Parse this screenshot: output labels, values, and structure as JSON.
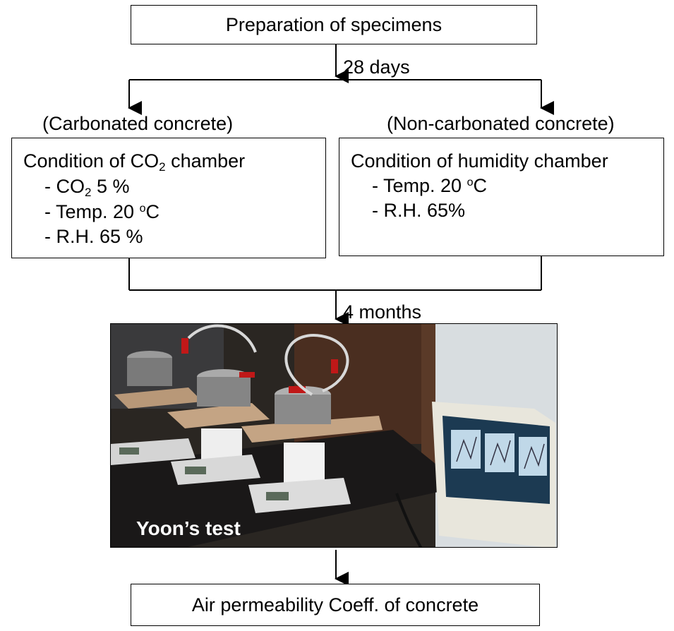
{
  "steps": {
    "preparation": "Preparation of specimens",
    "arrow1_label": "28 days",
    "arrow2_label": "4 months",
    "final": "Air permeability Coeff. of concrete"
  },
  "left_branch": {
    "heading": "(Carbonated concrete)",
    "title_prefix": "Condition of CO",
    "title_sub": "2",
    "title_suffix": " chamber",
    "item1_prefix": "- CO",
    "item1_sub": "2",
    "item1_suffix": " 5 %",
    "item2_prefix": "- Temp. 20 ",
    "item2_sup": "o",
    "item2_suffix": "C",
    "item3": "- R.H. 65 %"
  },
  "right_branch": {
    "heading": "(Non-carbonated concrete)",
    "title": "Condition of humidity chamber",
    "item1_prefix": "- Temp. 20 ",
    "item1_sup": "o",
    "item1_suffix": "C",
    "item2": "- R.H. 65%"
  },
  "photo": {
    "caption": "Yoon’s test"
  }
}
